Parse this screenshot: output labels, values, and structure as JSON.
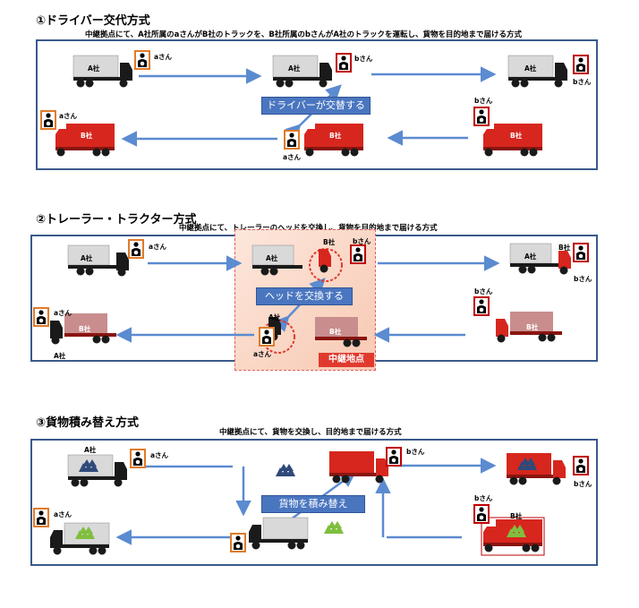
{
  "section1": {
    "title": "①ドライバー交代方式",
    "subtitle": "中継拠点にて、A社所属のaさんがB社のトラックを、B社所属のbさんがA社のトラックを運転し、貨物を目的地まで届ける方式",
    "callout": "ドライバーが交替する",
    "truck_a": "A社",
    "truck_b": "B社",
    "driver_a": "aさん",
    "driver_b": "bさん"
  },
  "section2": {
    "title": "②トレーラー・トラクター方式",
    "subtitle": "中継拠点にて、トレーラーのヘッドを交換し、貨物を目的地まで届ける方式",
    "callout": "ヘッドを交換する",
    "relay": "中継地点",
    "truck_a": "A社",
    "truck_b": "B社",
    "head_a": "A社",
    "head_b": "B社",
    "driver_a": "aさん",
    "driver_b": "bさん"
  },
  "section3": {
    "title": "③貨物積み替え方式",
    "subtitle": "中継拠点にて、貨物を交換し、目的地まで届ける方式",
    "callout": "貨物を積み替え",
    "label_a": "A社",
    "label_b": "B社",
    "driver_a": "aさん",
    "driver_b": "bさん"
  },
  "colors": {
    "frame": "#3a5a8c",
    "arrow": "#5b8bd0",
    "callout": "#4a76c0",
    "red_truck": "#d7261e",
    "trailer_b": "#c98d8d",
    "driver_border": "#e07b2a",
    "cargo_blue": "#2f4a7a",
    "cargo_green": "#7fbf3f",
    "relay": "#e03a2e"
  }
}
